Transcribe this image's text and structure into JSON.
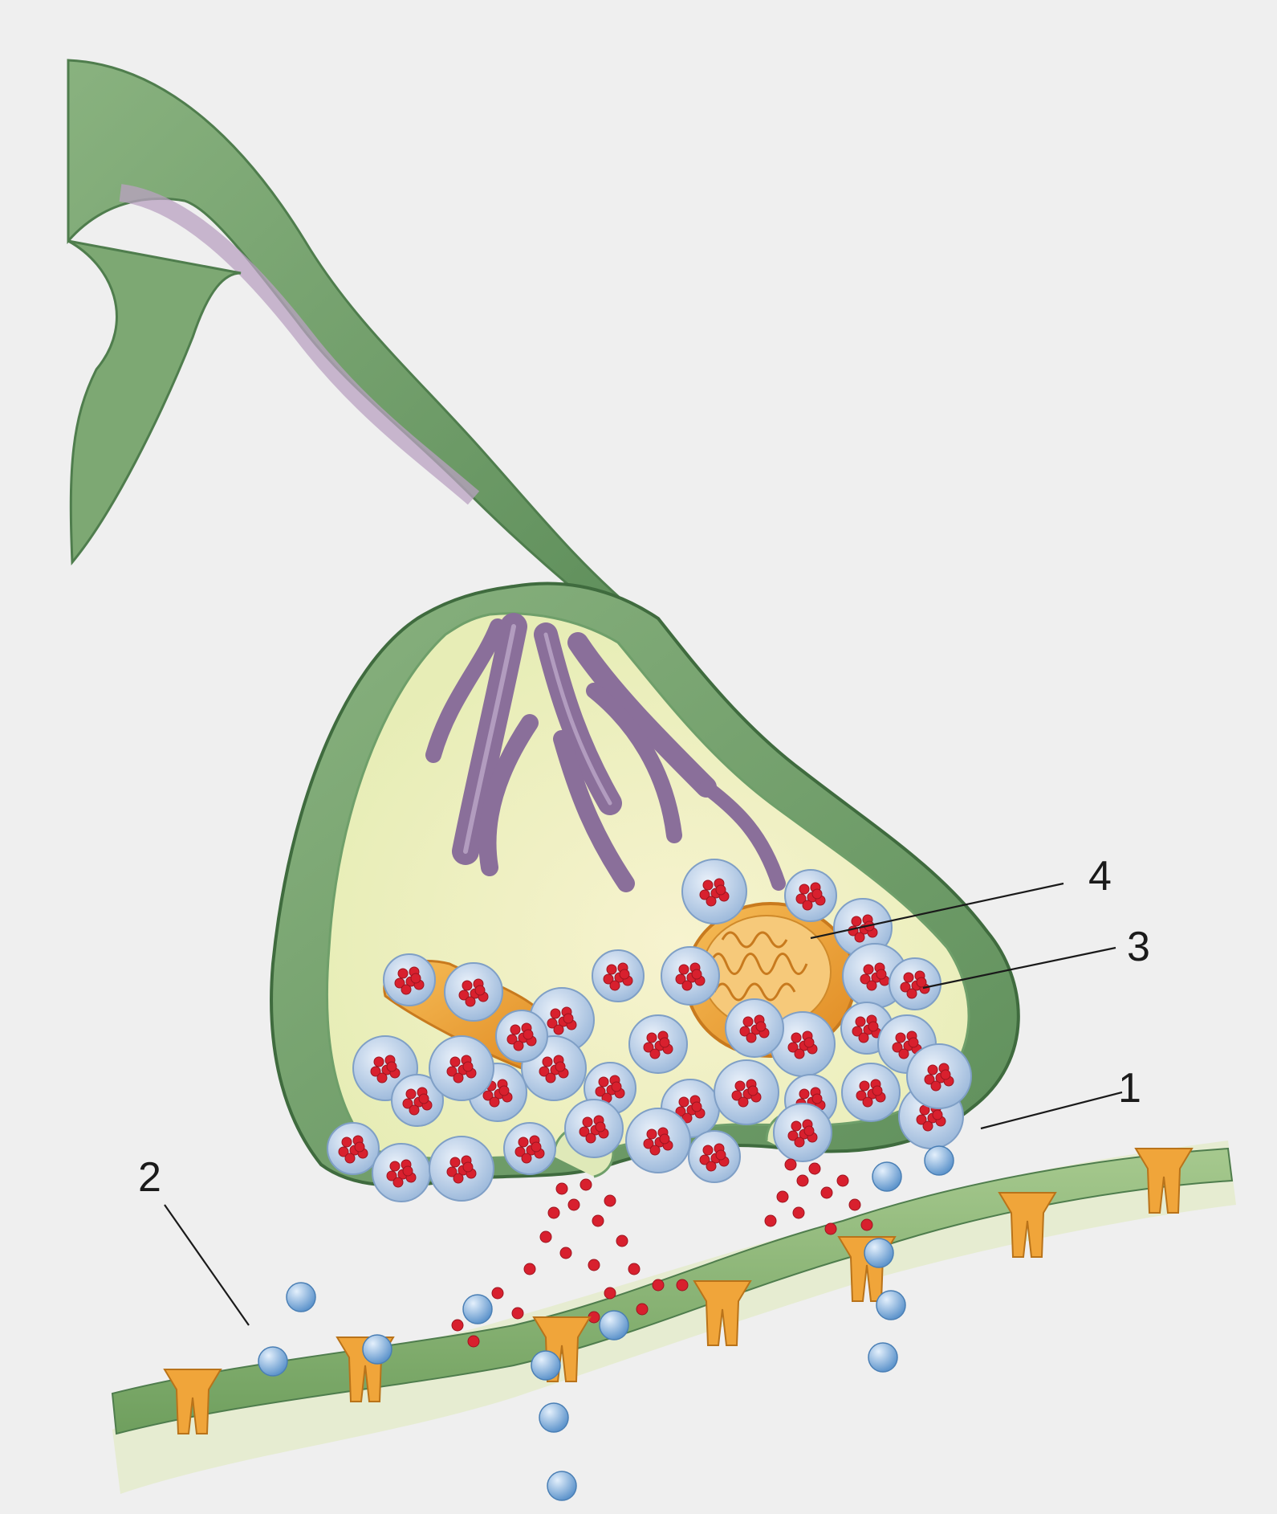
{
  "labels": [
    {
      "id": "1",
      "text": "1"
    },
    {
      "id": "2",
      "text": "2"
    },
    {
      "id": "3",
      "text": "3"
    },
    {
      "id": "4",
      "text": "4"
    }
  ],
  "colors": {
    "background": "#efefef",
    "axon_green": "#6f9f6a",
    "axon_dark": "#4f7d4d",
    "cytoplasm": "#f4f0c8",
    "microtubule_purple": "#8a6f9a",
    "vesicle_blue": "#b9cfe6",
    "neurotransmitter_red": "#d8202e",
    "mitochondrion_orange": "#e89b2e",
    "receptor_orange": "#f0a53a",
    "ion_blue": "#7fb0e0",
    "membrane_green": "#8fb77a"
  }
}
